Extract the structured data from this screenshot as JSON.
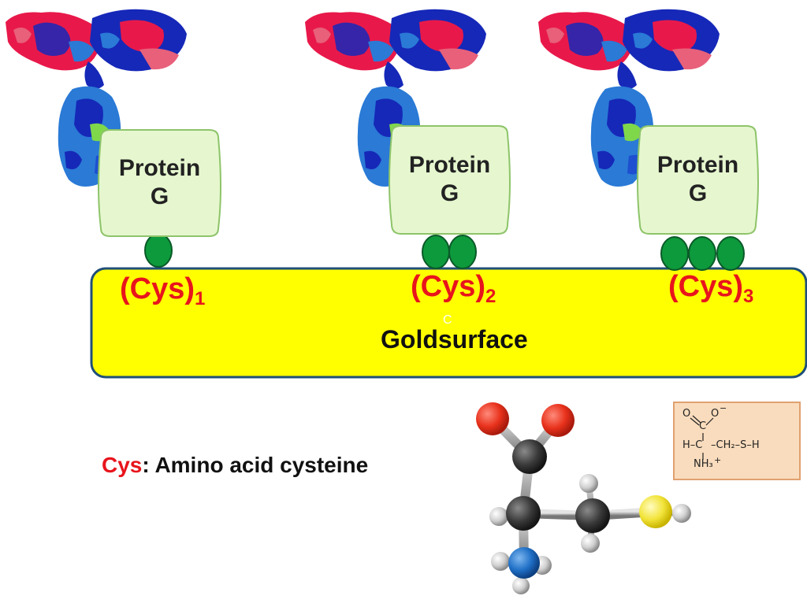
{
  "diagram": {
    "units": [
      {
        "protein_label_line1": "Protein",
        "protein_label_line2": "G",
        "cys_label": "(Cys)",
        "cys_count": "1"
      },
      {
        "protein_label_line1": "Protein",
        "protein_label_line2": "G",
        "cys_label": "(Cys)",
        "cys_count": "2"
      },
      {
        "protein_label_line1": "Protein",
        "protein_label_line2": "G",
        "cys_label": "(Cys)",
        "cys_count": "3"
      }
    ],
    "surface_label_a": "Gold",
    "surface_label_b": "surface",
    "surface_stray_char": "C",
    "legend_key": "Cys",
    "legend_text": ": Amino acid cysteine",
    "formula": {
      "o_left": "O",
      "c_top": "C",
      "o_right": "O",
      "charge_minus": "−",
      "left_h": "H–C",
      "chain": "–CH₂–S–H",
      "nh3": "NH₃",
      "charge_plus": "+"
    }
  },
  "colors": {
    "antibody_red": "#e8194a",
    "antibody_pink": "#e8607a",
    "antibody_dark_blue": "#1628b8",
    "antibody_blue": "#2a7ad6",
    "antibody_green": "#7fd84a",
    "protein_g_fill": "#e6f7cf",
    "protein_g_stroke": "#8ec46a",
    "cys_green": "#0d9a3c",
    "gold_fill": "#ffff00",
    "gold_stroke": "#1f4f78",
    "label_red": "#e8141c",
    "oxygen_red": "#e8321c",
    "carbon_dark": "#3a3a3a",
    "hydrogen_gray": "#cfcfcf",
    "nitrogen_blue": "#1f6fc6",
    "sulfur_yellow": "#f2e43a"
  }
}
